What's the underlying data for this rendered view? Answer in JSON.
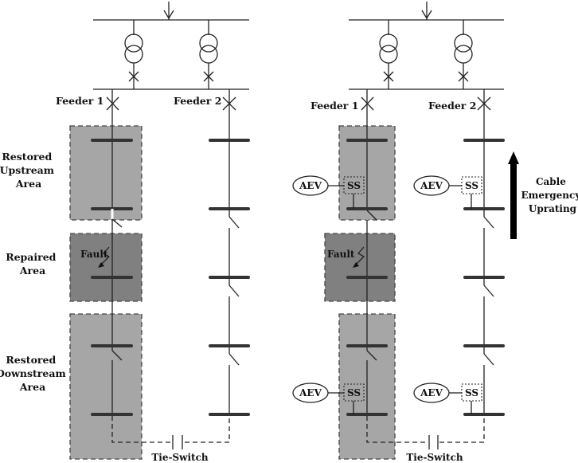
{
  "left_panel": {
    "feeder1": "Feeder 1",
    "feeder2": "Feeder 2",
    "upstream_label": [
      "Restored",
      "Upstream",
      "Area"
    ],
    "repaired_label": [
      "Repaired",
      "Area"
    ],
    "downstream_label": [
      "Restored",
      "Downstream",
      "Area"
    ],
    "fault": "Fault",
    "tie_switch": "Tie-Switch"
  },
  "right_panel": {
    "feeder1": "Feeder 1",
    "feeder2": "Feeder 2",
    "fault": "Fault",
    "tie_switch": "Tie-Switch",
    "aev": "AEV",
    "ss": "SS",
    "uprating_label": [
      "Cable",
      "Emergency",
      "Uprating"
    ]
  },
  "colors": {
    "light_area": "#a6a6a6",
    "dark_area": "#808080",
    "line": "#222222"
  }
}
